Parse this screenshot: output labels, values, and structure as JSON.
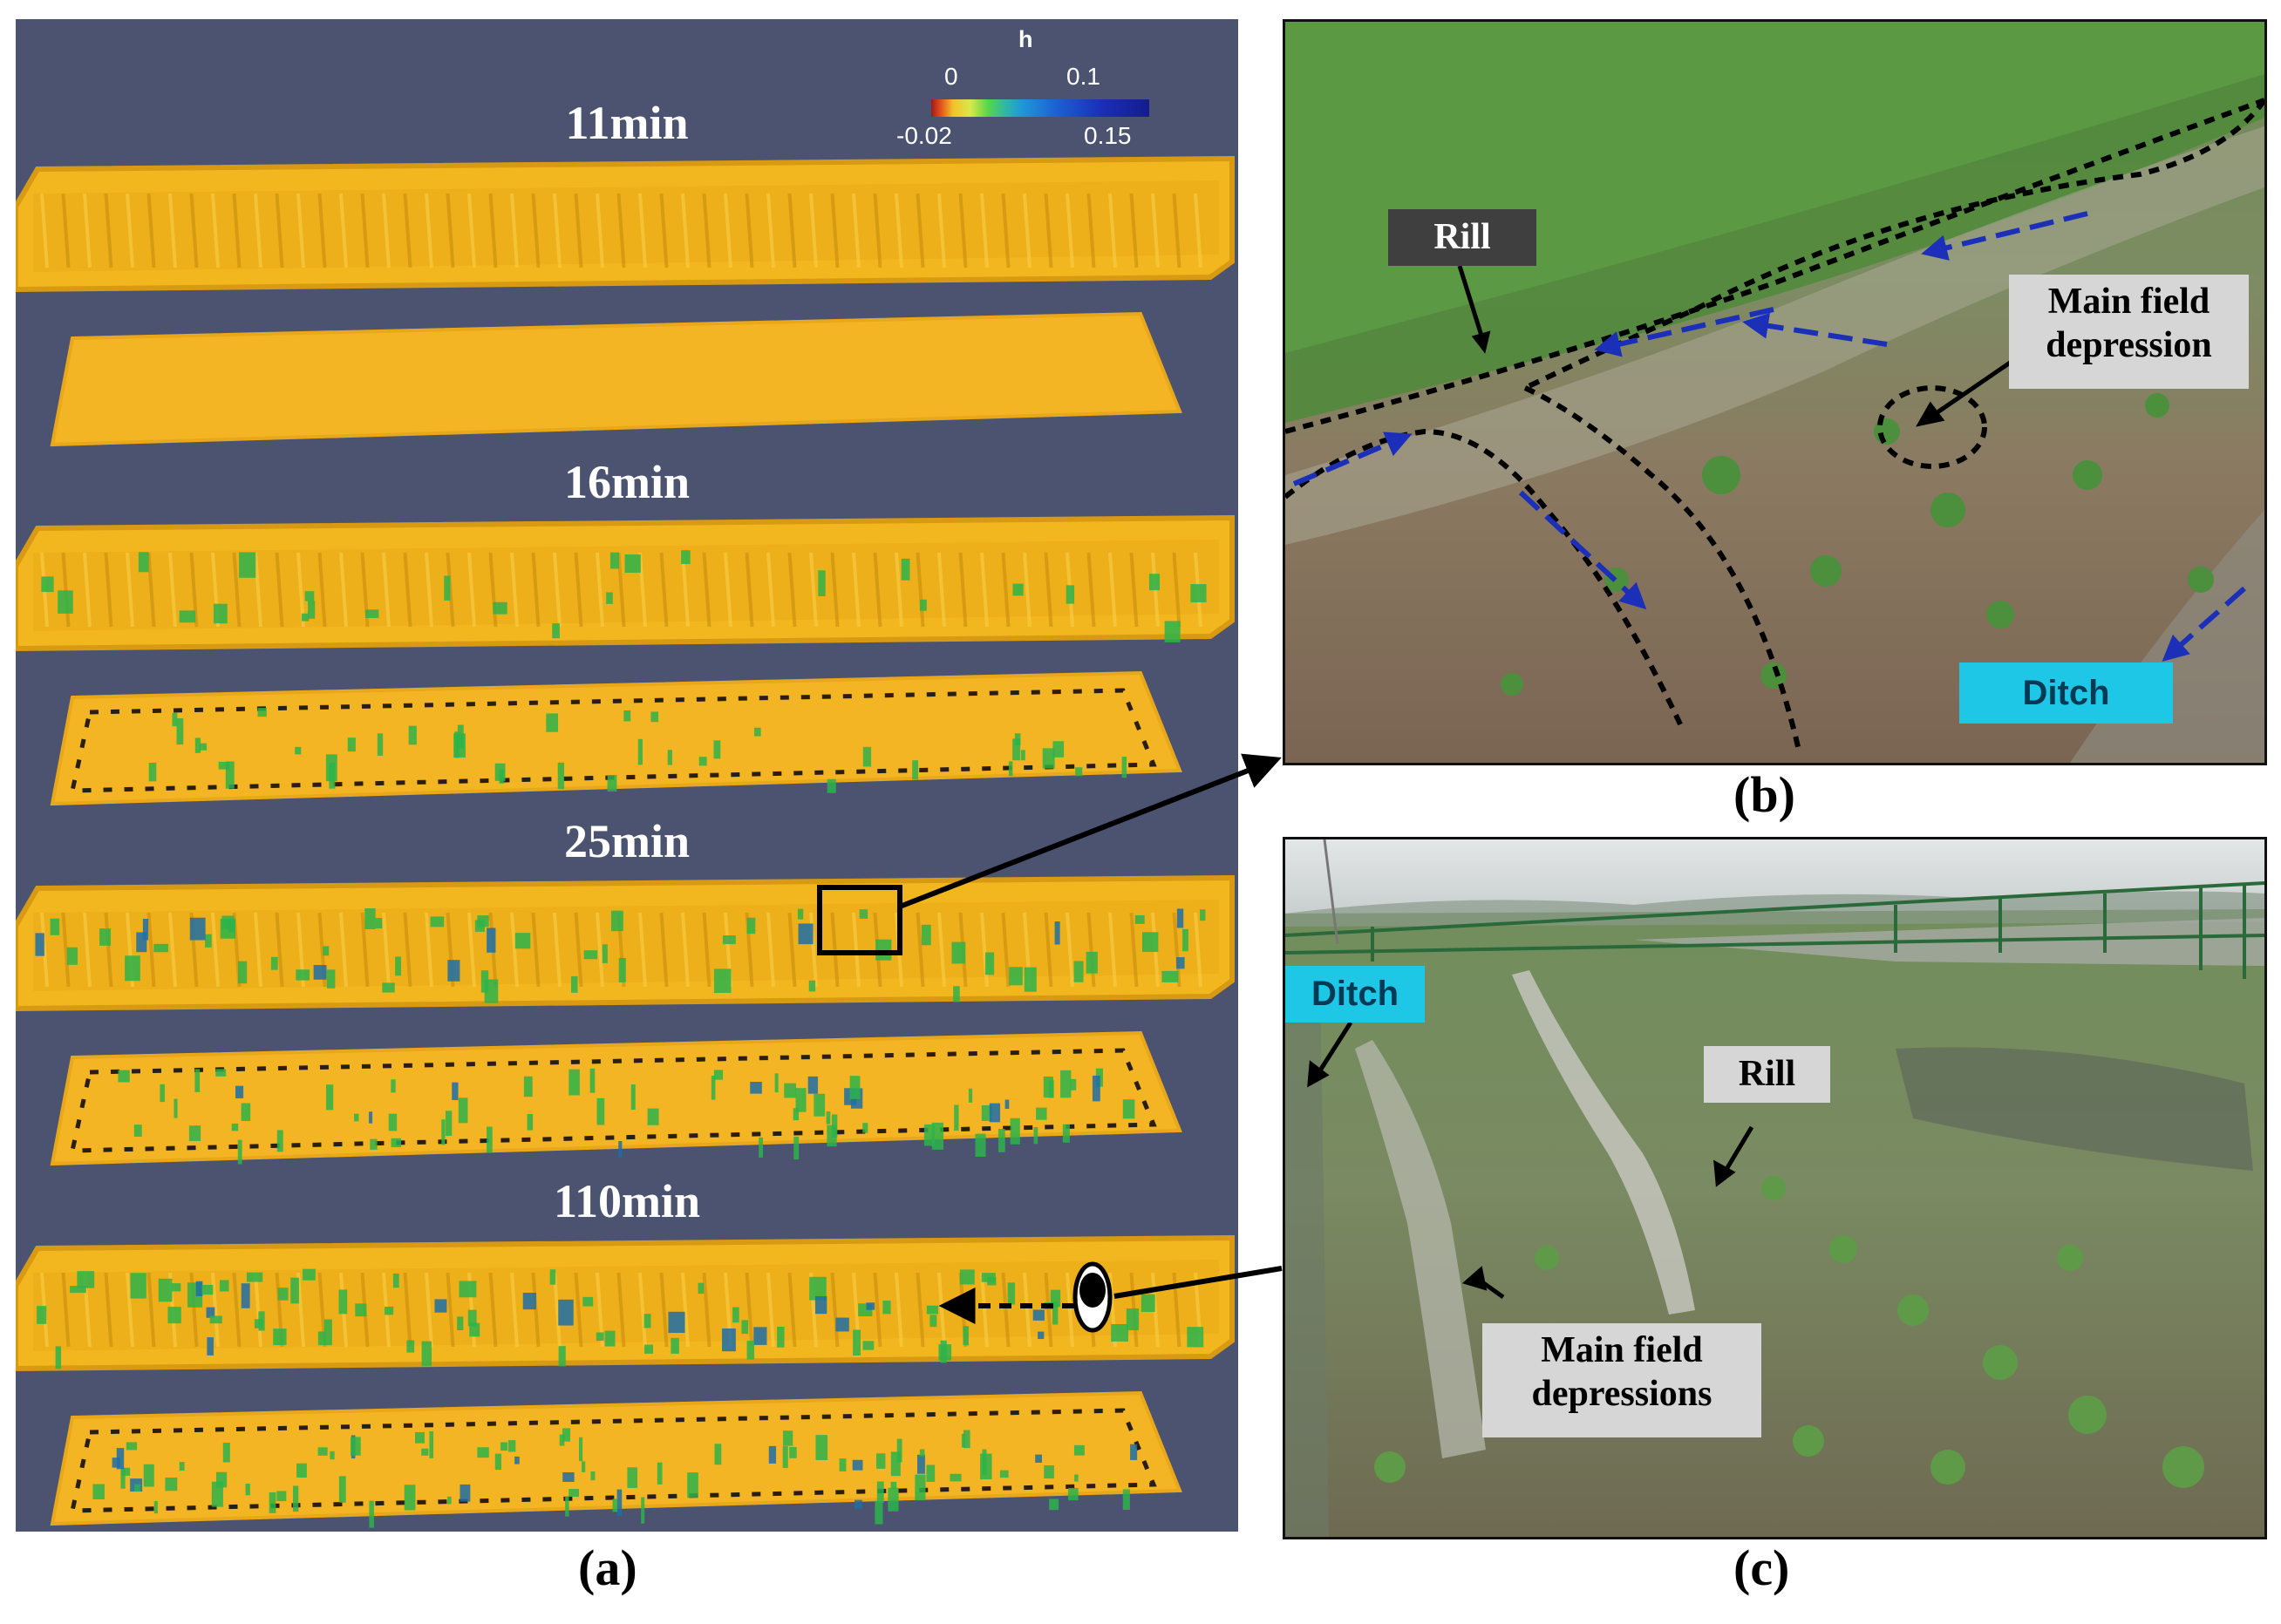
{
  "panel_a": {
    "snapshots": [
      {
        "time_label": "11min",
        "intensity": 0
      },
      {
        "time_label": "16min",
        "intensity": 1
      },
      {
        "time_label": "25min",
        "intensity": 2
      },
      {
        "time_label": "110min",
        "intensity": 3
      }
    ],
    "colorbar": {
      "variable": "h",
      "tick_top_left": "0",
      "tick_top_right": "0.1",
      "tick_bottom_left": "-0.02",
      "tick_bottom_right": "0.15"
    },
    "colors": {
      "background": "#4b5370",
      "surface": "#f2b71f",
      "rim": "#d89a12",
      "water": "#2bb34a",
      "deep_water": "#1d6fa8"
    },
    "caption": "(a)"
  },
  "panel_b": {
    "labels": {
      "rill": "Rill",
      "main_field_depression": "Main field\ndepression",
      "ditch": "Ditch"
    },
    "caption": "(b)"
  },
  "panel_c": {
    "labels": {
      "ditch": "Ditch",
      "rill": "Rill",
      "main_field_depressions": "Main field\ndepressions"
    },
    "caption": "(c)"
  }
}
